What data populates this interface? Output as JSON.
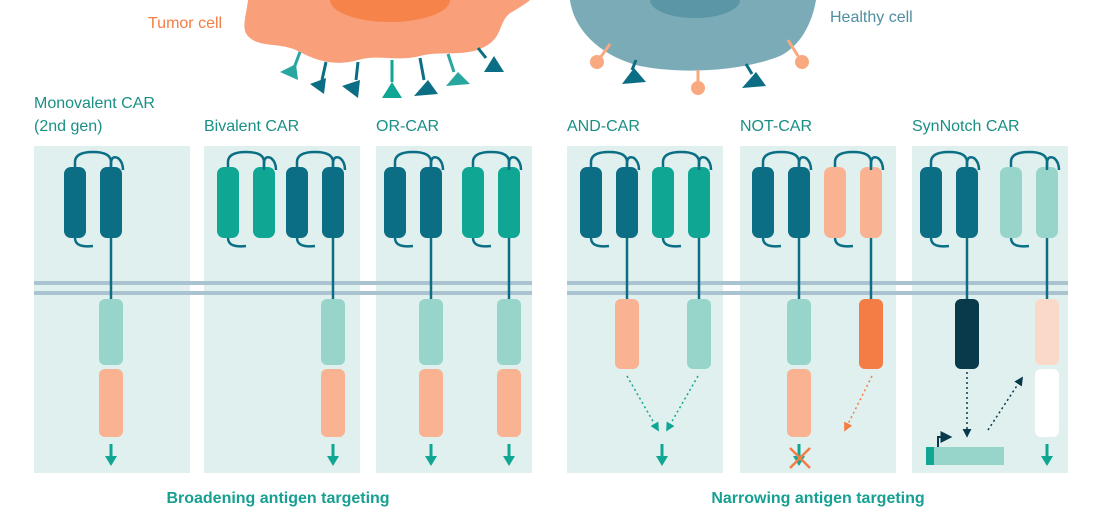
{
  "cells": {
    "tumor": {
      "label": "Tumor cell",
      "color": "#f9a07b",
      "nucleus": "#f5834a"
    },
    "healthy": {
      "label": "Healthy cell",
      "color": "#7aabb7",
      "nucleus": "#5a96a6"
    }
  },
  "panels": [
    {
      "key": "monovalent",
      "title_line1": "Monovalent CAR",
      "title_line2": "(2nd gen)"
    },
    {
      "key": "bivalent",
      "title_line1": "Bivalent CAR"
    },
    {
      "key": "or",
      "title_line1": "OR-CAR"
    },
    {
      "key": "and",
      "title_line1": "AND-CAR"
    },
    {
      "key": "not",
      "title_line1": "NOT-CAR"
    },
    {
      "key": "synnotch",
      "title_line1": "SynNotch CAR"
    }
  ],
  "footers": {
    "left": "Broadening antigen targeting",
    "right": "Narrowing antigen targeting"
  },
  "colors": {
    "dark_teal": "#0b6e84",
    "teal": "#10a694",
    "mint": "#97d5cb",
    "salmon": "#f9b393",
    "orange": "#f37d45",
    "navy": "#083a4c",
    "pale_peach": "#fbd9c9",
    "panel_bg": "#dff0ee",
    "membrane": "#a9c3d1"
  }
}
